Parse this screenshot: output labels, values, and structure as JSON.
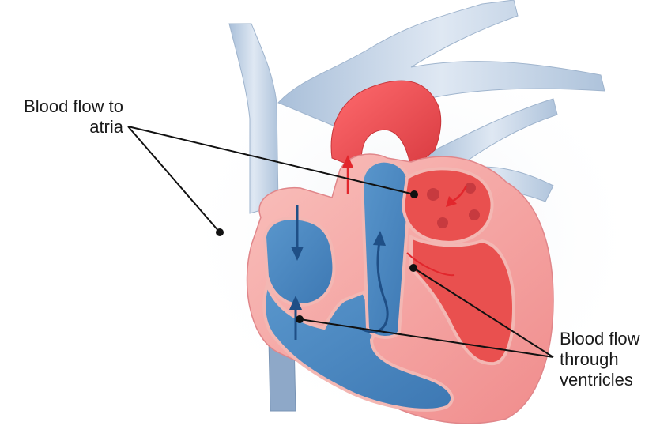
{
  "labels": {
    "atria": {
      "line1": "Blood flow to",
      "line2": "atria"
    },
    "ventricles": {
      "line1": "Blood flow",
      "line2": "through",
      "line3": "ventricles"
    }
  },
  "colors": {
    "oxygen_poor": "#4a86c0",
    "oxygen_poor_dark": "#2f6aa6",
    "oxygen_rich": "#e8474c",
    "vessel_pale": "#c6d6e8",
    "muscle_pink": "#f5a3a3",
    "muscle_light": "#f7c2bd",
    "leader_line": "#111111"
  }
}
